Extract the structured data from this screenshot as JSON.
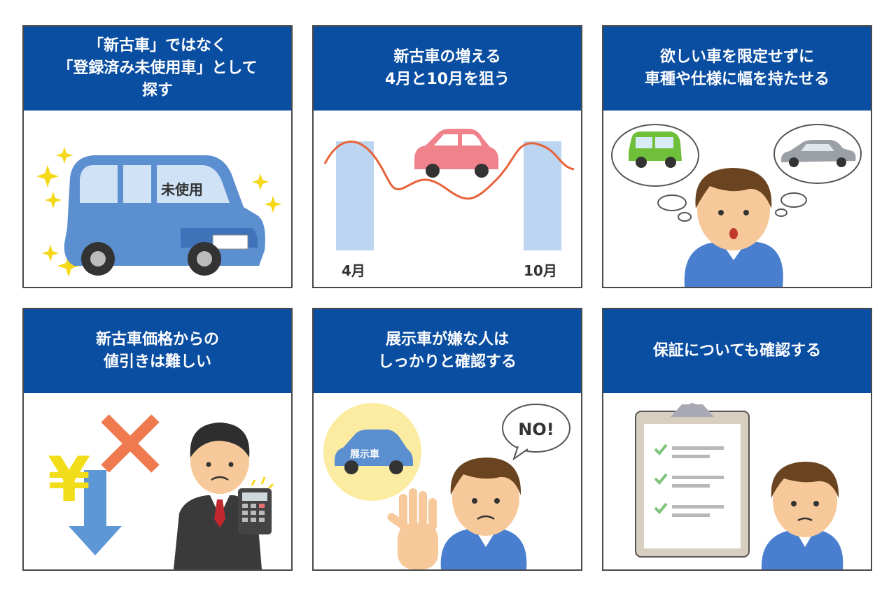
{
  "cards": [
    {
      "title_lines": [
        "「新古車」ではなく",
        "「登録済み未使用車」として",
        "探す"
      ],
      "label": "未使用"
    },
    {
      "title_lines": [
        "新古車の増える",
        "4月と10月を狙う"
      ],
      "month_left": "4月",
      "month_right": "10月"
    },
    {
      "title_lines": [
        "欲しい車を限定せずに",
        "車種や仕様に幅を持たせる"
      ]
    },
    {
      "title_lines": [
        "新古車価格からの",
        "値引きは難しい"
      ],
      "currency": "¥"
    },
    {
      "title_lines": [
        "展示車が嫌な人は",
        "しっかりと確認する"
      ],
      "car_label": "展示車",
      "speech": "NO!"
    },
    {
      "title_lines": [
        "保証についても確認する"
      ]
    }
  ],
  "colors": {
    "header_bg": "#0a4ea2",
    "header_text": "#ffffff",
    "car_blue": "#5b8fd0",
    "curve": "#e8623a",
    "month_bar": "#bcd6f1",
    "pink_car": "#f0828c",
    "skin": "#f7c99a",
    "hair": "#6a4420",
    "shirt": "#4a7fcf",
    "yen": "#f2dd1a",
    "cross": "#f07a50",
    "arrow": "#5e97d6",
    "check": "#7dc37b"
  },
  "icons": [
    "sparkle-icon",
    "checkmark-icon",
    "cross-icon",
    "arrow-down-icon",
    "yen-icon"
  ]
}
